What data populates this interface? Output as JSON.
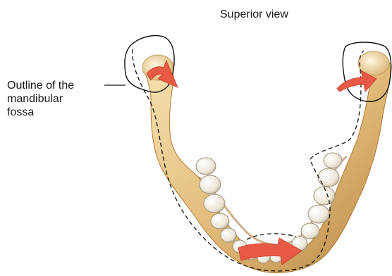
{
  "view_title": "Superior view",
  "fossa_label": {
    "line1": "Outline of the",
    "line2": "mandibular",
    "line3": "fossa"
  },
  "colors": {
    "bone": "#e7c68a",
    "bone_dark": "#b07a33",
    "tooth": "#f2efe6",
    "arrow": "#e85a45",
    "outline": "#111111"
  }
}
